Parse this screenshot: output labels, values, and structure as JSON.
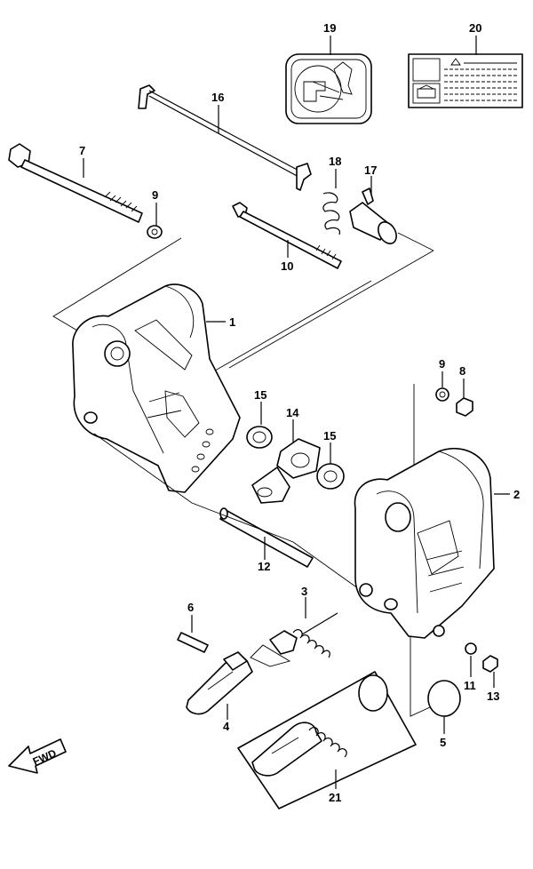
{
  "callouts": {
    "c1": "1",
    "c2": "2",
    "c3": "3",
    "c4": "4",
    "c5": "5",
    "c6": "6",
    "c7": "7",
    "c8": "8",
    "c9a": "9",
    "c9b": "9",
    "c10": "10",
    "c11": "11",
    "c12": "12",
    "c13": "13",
    "c14": "14",
    "c15a": "15",
    "c15b": "15",
    "c16": "16",
    "c17": "17",
    "c18": "18",
    "c19": "19",
    "c20": "20",
    "c21": "21"
  },
  "fwd_label": "FWD",
  "icons": [
    "fwd-arrow-icon",
    "decal-19-icon",
    "decal-20-icon"
  ]
}
